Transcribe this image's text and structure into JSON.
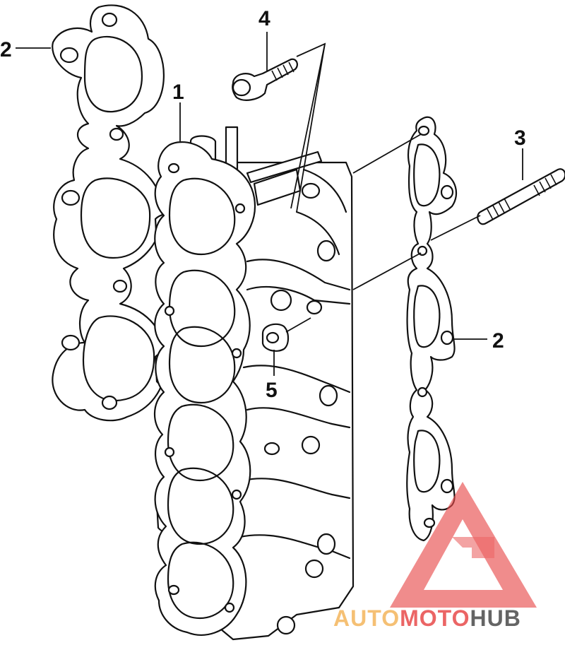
{
  "diagram": {
    "callouts": [
      {
        "id": "1",
        "label": "1"
      },
      {
        "id": "2a",
        "label": "2"
      },
      {
        "id": "2b",
        "label": "2"
      },
      {
        "id": "3",
        "label": "3"
      },
      {
        "id": "4",
        "label": "4"
      },
      {
        "id": "5",
        "label": "5"
      }
    ]
  },
  "watermark": {
    "part1": "AUTO",
    "part2": "MOTO",
    "part3": "HUB",
    "color_light": "#f4b65c",
    "color_red": "#e84b4b",
    "color_dark": "#4a4a4a"
  }
}
